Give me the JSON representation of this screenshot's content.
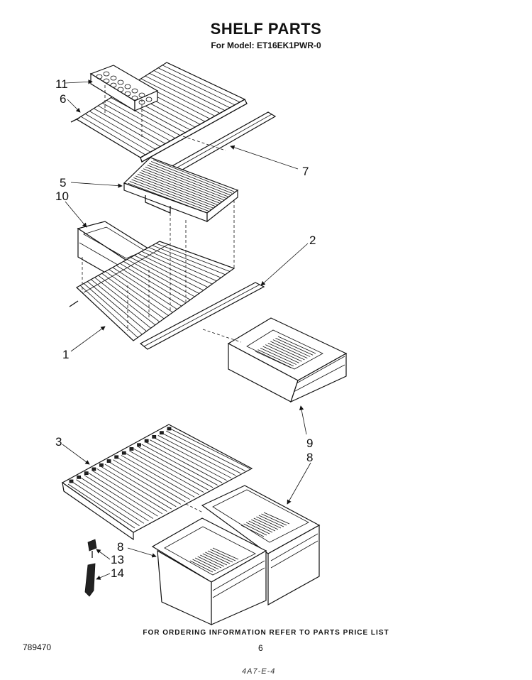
{
  "header": {
    "title": "SHELF PARTS",
    "model_line": "For Model: ET16EK1PWR-0"
  },
  "callouts": [
    "11",
    "6",
    "7",
    "5",
    "10",
    "2",
    "1",
    "9",
    "8",
    "3",
    "8",
    "13",
    "14"
  ],
  "footer": {
    "ordering_note": "FOR ORDERING INFORMATION REFER TO PARTS PRICE LIST",
    "doc_number": "789470",
    "page_number": "6",
    "handwritten": "4A7-E-4"
  }
}
